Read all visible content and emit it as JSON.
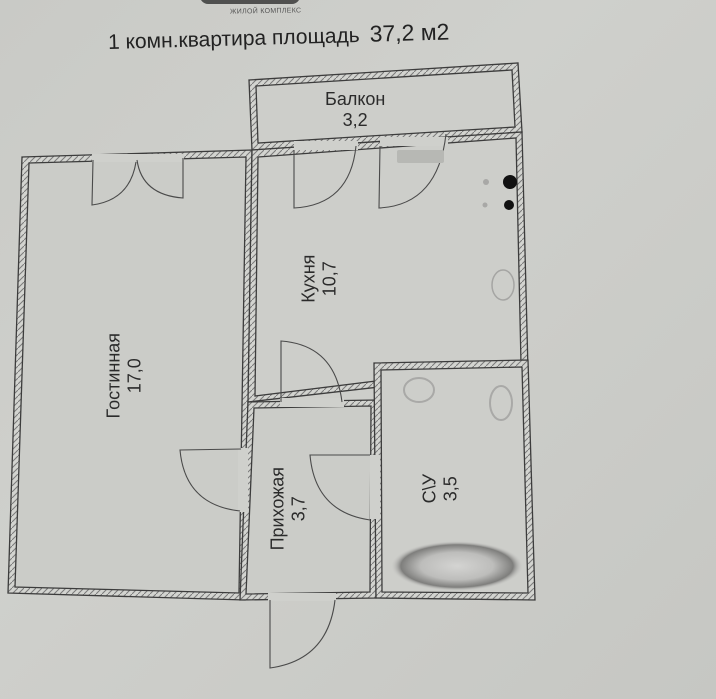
{
  "header": {
    "logo_subtitle": "ЖИЛОЙ КОМПЛЕКС",
    "title": "1 комн.квартира площадь",
    "total_area": "37,2 м2"
  },
  "rooms": [
    {
      "id": "balcony",
      "name": "Балкон",
      "area": "3,2"
    },
    {
      "id": "kitchen",
      "name": "Кухня",
      "area": "10,7"
    },
    {
      "id": "living",
      "name": "Гостинная",
      "area": "17,0"
    },
    {
      "id": "hallway",
      "name": "Прихожая",
      "area": "3,7"
    },
    {
      "id": "bathroom",
      "name": "С\\У",
      "area": "3,5"
    }
  ],
  "colors": {
    "paper": "#cbccc8",
    "wall_line": "#3c3c3c",
    "fixture": "#9a9a98"
  }
}
